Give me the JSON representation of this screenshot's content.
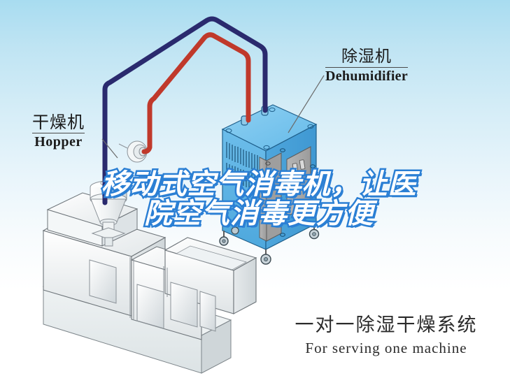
{
  "page": {
    "type": "product-illustration",
    "background_top_color": "#a8dcf0",
    "background_bottom_color": "#ffffff"
  },
  "labels": {
    "hopper": {
      "cn": "干燥机",
      "en": "Hopper"
    },
    "dehumidifier": {
      "cn": "除湿机",
      "en": "Dehumidifier"
    }
  },
  "caption": {
    "cn": "一对一除湿干燥系统",
    "en": "For serving one machine"
  },
  "watermark": {
    "line1": "移动式空气消毒机，让医",
    "line2": "院空气消毒更方便",
    "fill_color": "#ffffff",
    "outline_color": "#2b7fd4"
  },
  "diagram": {
    "pipes": [
      {
        "name": "return-air-pipe",
        "color": "#2a2a6e"
      },
      {
        "name": "dry-air-pipe",
        "color": "#c0392b"
      }
    ],
    "dehumidifier_unit": {
      "body_color": "#62b8e8",
      "top_color": "#7ec9ef",
      "panel_color": "#a6a6a6",
      "caster_count": 4
    },
    "molding_machine": {
      "body_color": "#f2f4f5",
      "outline_color": "#6e757a"
    }
  }
}
